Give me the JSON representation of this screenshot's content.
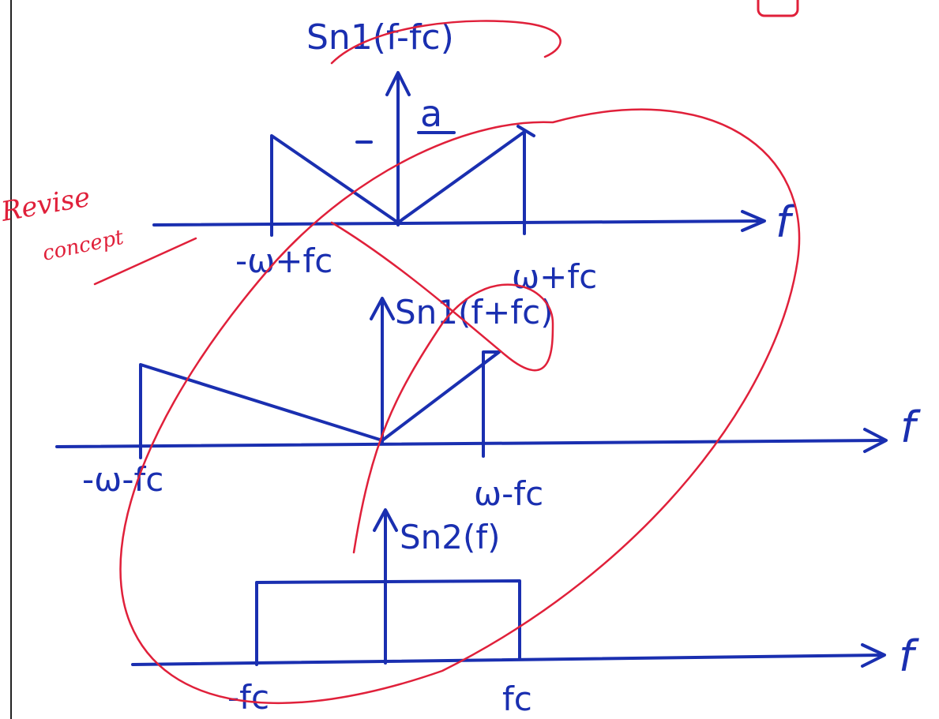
{
  "colors": {
    "ink": "#1a2fb0",
    "annotation": "#e0203a",
    "paper": "#ffffff"
  },
  "note": {
    "line1": "Revise",
    "line2": "concept"
  },
  "plot1": {
    "ylabel": "Sn1(f-fc)",
    "peak_label": "a",
    "xlabel": "f",
    "tick_left": "-ω+fc",
    "tick_right": "ω+fc"
  },
  "plot2": {
    "ylabel": "Sn1(f+fc)",
    "xlabel": "f",
    "tick_left": "-ω-fc",
    "tick_right": "ω-fc"
  },
  "plot3": {
    "ylabel": "Sn2(f)",
    "xlabel": "f",
    "tick_left": "-fc",
    "tick_right": "fc"
  }
}
